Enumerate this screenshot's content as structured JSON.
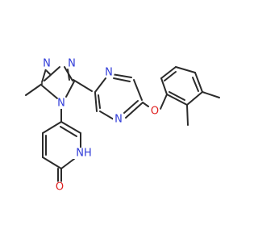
{
  "atoms": {
    "n1": "N",
    "n2": "N",
    "n4": "N",
    "n_pz1": "N",
    "n_pz2": "N",
    "o_ether": "O",
    "nh_pyridone": "NH",
    "o_carbonyl": "O"
  },
  "colors": {
    "bond": "#2b2b2b",
    "nitrogen": "#2f3bd8",
    "oxygen": "#e02020",
    "background": "#ffffff"
  }
}
